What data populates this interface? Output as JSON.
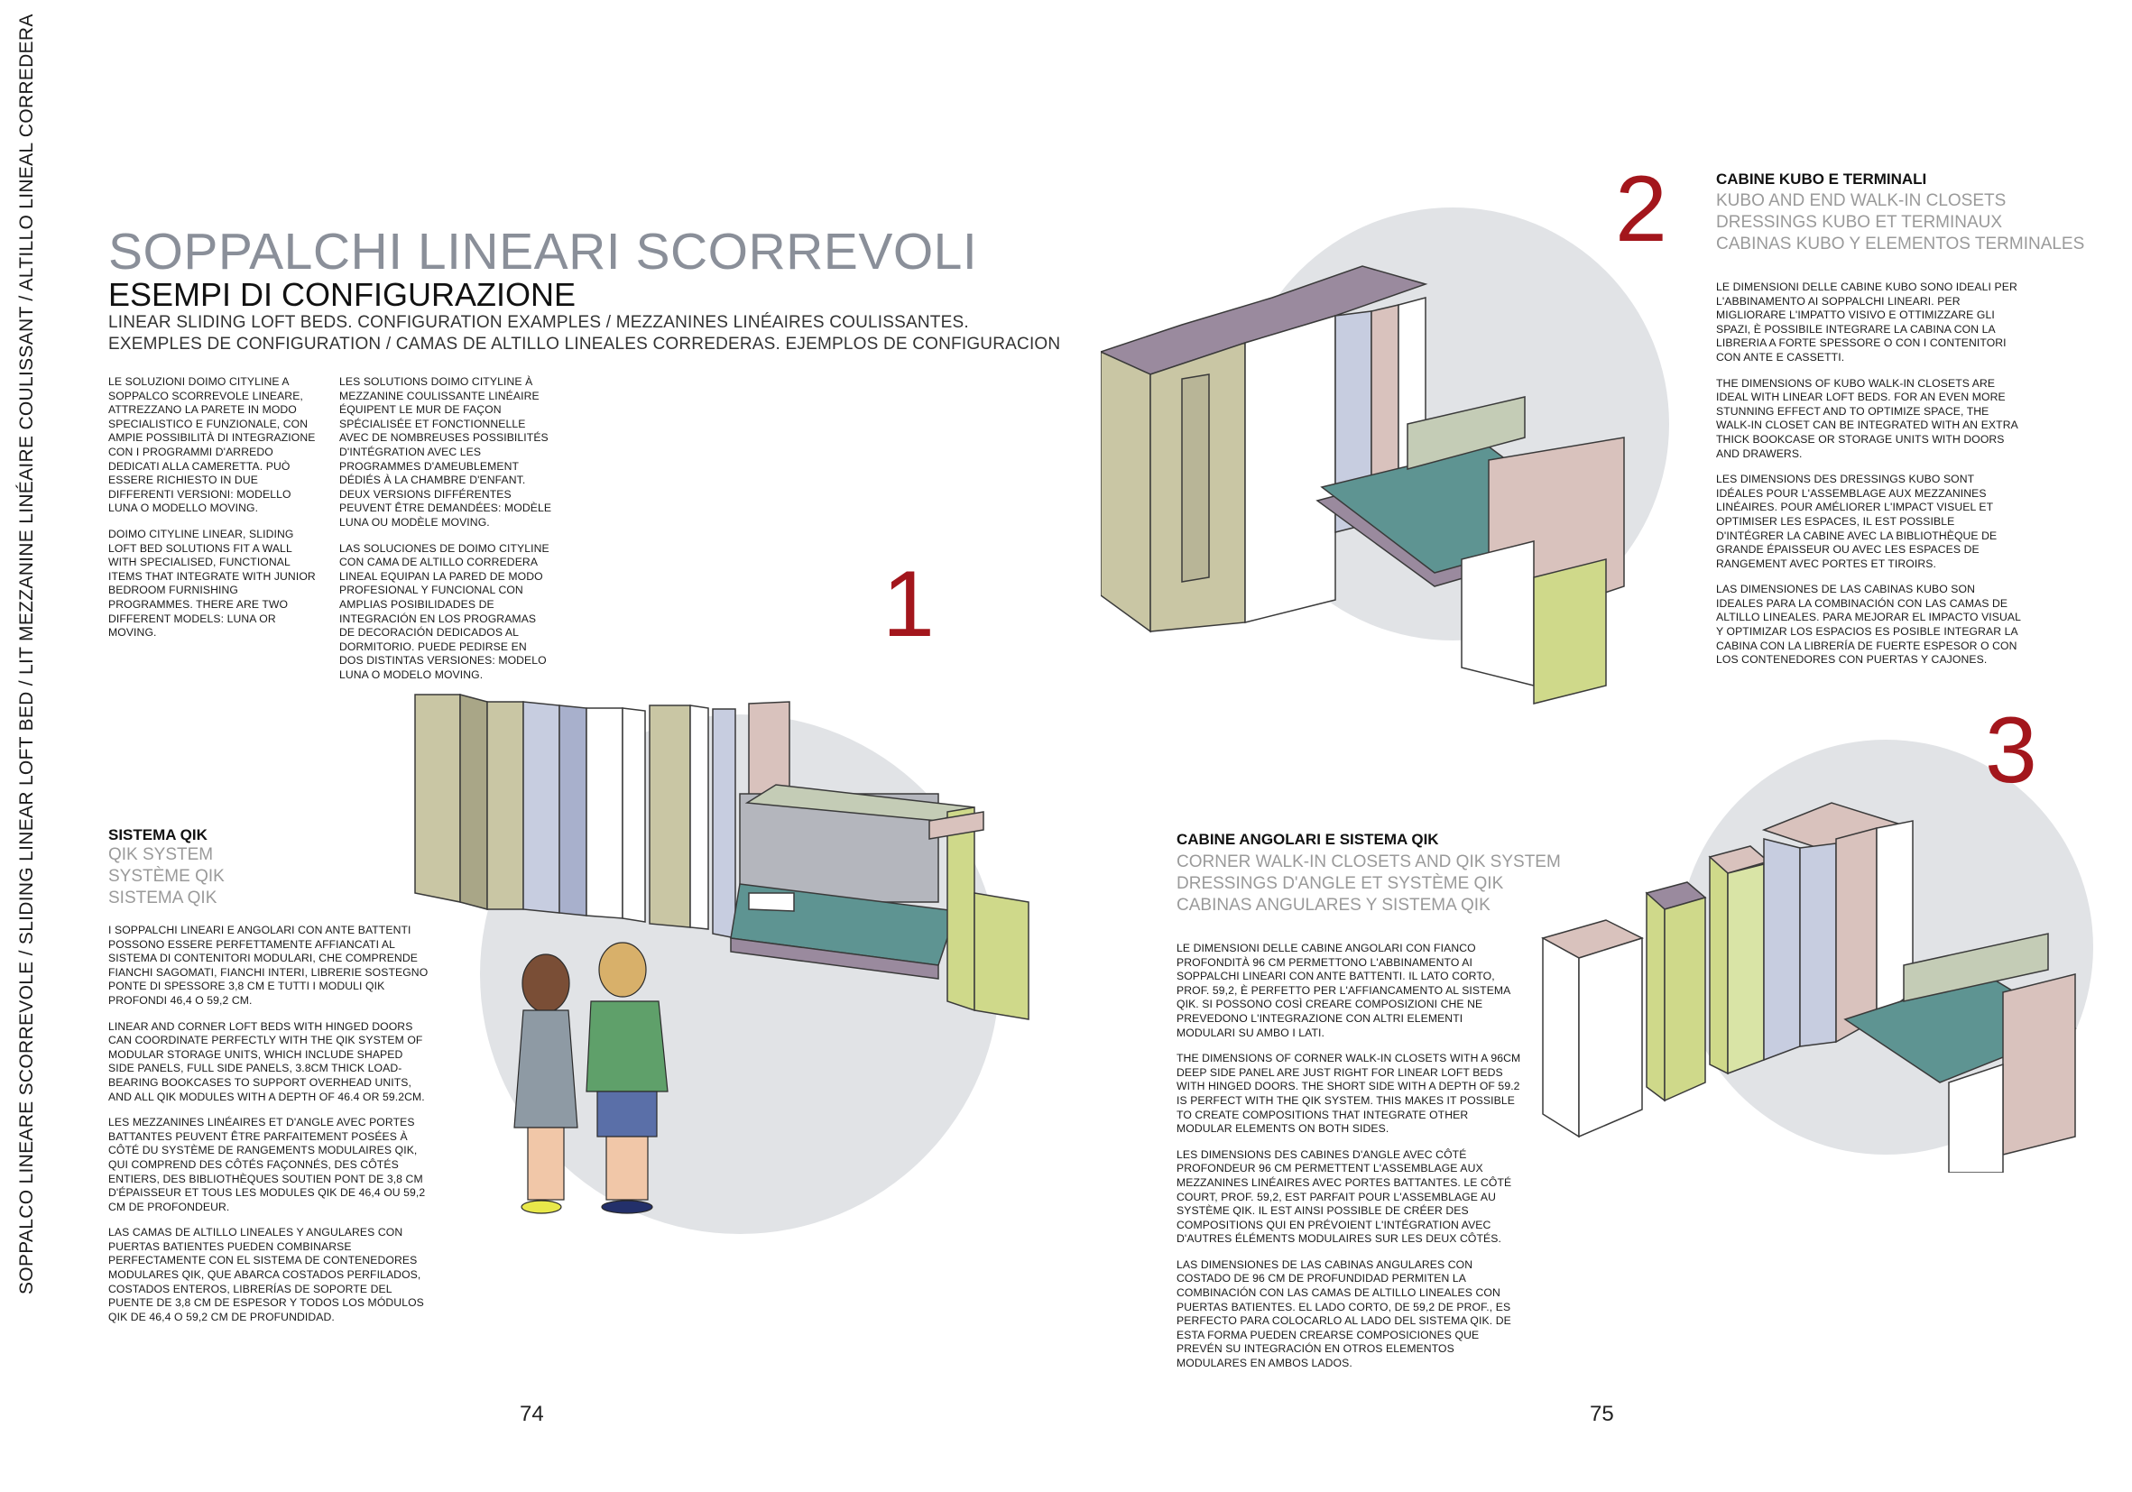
{
  "side_text": "SOPPALCO LINEARE SCORREVOLE / SLIDING LINEAR LOFT BED / LIT MEZZANINE LINÉAIRE COULISSANT / ALTILLO LINEAL CORREDERA",
  "title": "SOPPALCHI LINEARI SCORREVOLI",
  "subtitle": "ESEMPI DI CONFIGURAZIONE",
  "subtitle_lines": [
    "LINEAR SLIDING LOFT BEDS. CONFIGURATION EXAMPLES / MEZZANINES LINÉAIRES COULISSANTES.",
    "EXEMPLES DE CONFIGURATION / CAMAS DE ALTILLO LINEALES CORREDERAS. EJEMPLOS DE CONFIGURACION"
  ],
  "intro_col1": [
    "LE SOLUZIONI DOIMO CITYLINE A SOPPALCO SCORREVOLE LINEARE, ATTREZZANO LA PARETE IN MODO SPECIALISTICO E FUNZIONALE, CON AMPIE POSSIBILITÀ DI INTEGRAZIONE CON I PROGRAMMI D'ARREDO DEDICATI ALLA CAMERETTA. PUÒ ESSERE RICHIESTO IN DUE DIFFERENTI VERSIONI: MODELLO LUNA O MODELLO MOVING.",
    "DOIMO CITYLINE LINEAR, SLIDING LOFT BED SOLUTIONS FIT A WALL WITH SPECIALISED, FUNCTIONAL ITEMS THAT INTEGRATE WITH JUNIOR BEDROOM FURNISHING PROGRAMMES. THERE ARE TWO DIFFERENT MODELS: LUNA OR MOVING."
  ],
  "intro_col2": [
    "LES SOLUTIONS DOIMO CITYLINE À MEZZANINE COULISSANTE LINÉAIRE ÉQUIPENT LE MUR DE FAÇON SPÉCIALISÉE ET FONCTIONNELLE AVEC DE NOMBREUSES POSSIBILITÉS D'INTÉGRATION AVEC LES PROGRAMMES D'AMEUBLEMENT DÉDIÉS À LA CHAMBRE D'ENFANT. DEUX VERSIONS DIFFÉRENTES PEUVENT ÊTRE DEMANDÉES: MODÈLE LUNA OU MODÈLE MOVING.",
    "LAS SOLUCIONES DE DOIMO CITYLINE CON CAMA DE ALTILLO CORREDERA LINEAL EQUIPAN LA PARED DE MODO PROFESIONAL Y FUNCIONAL CON AMPLIAS POSIBILIDADES DE INTEGRACIÓN EN LOS PROGRAMAS DE DECORACIÓN DEDICADOS AL DORMITORIO. PUEDE PEDIRSE EN DOS DISTINTAS VERSIONES: MODELO LUNA O MODELO MOVING."
  ],
  "section1": {
    "number": "1",
    "heading": "SISTEMA QIK",
    "translations": [
      "QIK SYSTEM",
      "SYSTÈME QIK",
      "SISTEMA QIK"
    ],
    "paragraphs": [
      "I SOPPALCHI LINEARI E ANGOLARI CON ANTE BATTENTI POSSONO ESSERE PERFETTAMENTE AFFIANCATI AL SISTEMA DI CONTENITORI MODULARI, CHE COMPRENDE FIANCHI SAGOMATI, FIANCHI INTERI, LIBRERIE SOSTEGNO PONTE DI SPESSORE 3,8 CM E TUTTI I MODULI QIK PROFONDI 46,4 O 59,2 CM.",
      "LINEAR AND CORNER LOFT BEDS WITH HINGED DOORS CAN COORDINATE PERFECTLY WITH THE QIK SYSTEM OF MODULAR STORAGE UNITS, WHICH INCLUDE SHAPED SIDE PANELS, FULL SIDE PANELS, 3.8CM THICK LOAD-BEARING BOOKCASES TO SUPPORT OVERHEAD UNITS, AND ALL QIK MODULES WITH A DEPTH OF 46.4 OR 59.2CM.",
      "LES MEZZANINES LINÉAIRES ET D'ANGLE AVEC PORTES BATTANTES PEUVENT ÊTRE PARFAITEMENT POSÉES À CÔTÉ DU SYSTÈME DE RANGEMENTS MODULAIRES QIK, QUI COMPREND DES CÔTÉS FAÇONNÉS, DES CÔTÉS ENTIERS, DES BIBLIOTHÈQUES SOUTIEN PONT DE 3,8 CM D'ÉPAISSEUR ET TOUS LES MODULES QIK DE 46,4 OU 59,2 CM DE PROFONDEUR.",
      "LAS CAMAS DE ALTILLO LINEALES Y ANGULARES CON PUERTAS BATIENTES PUEDEN COMBINARSE PERFECTAMENTE CON EL SISTEMA DE CONTENEDORES MODULARES QIK, QUE ABARCA COSTADOS PERFILADOS, COSTADOS ENTEROS, LIBRERÍAS DE SOPORTE DEL PUENTE DE 3,8 CM DE ESPESOR Y TODOS LOS MÓDULOS QIK DE 46,4 O 59,2 CM DE PROFUNDIDAD."
    ]
  },
  "section2": {
    "number": "2",
    "heading": "CABINE KUBO E TERMINALI",
    "translations": [
      "KUBO AND END WALK-IN CLOSETS",
      "DRESSINGS KUBO ET TERMINAUX",
      "CABINAS KUBO Y ELEMENTOS TERMINALES"
    ],
    "paragraphs": [
      "LE DIMENSIONI DELLE CABINE KUBO SONO IDEALI PER L'ABBINAMENTO AI SOPPALCHI LINEARI. PER MIGLIORARE L'IMPATTO VISIVO E OTTIMIZZARE GLI SPAZI, È POSSIBILE INTEGRARE LA CABINA CON LA LIBRERIA A FORTE SPESSORE O CON I CONTENITORI CON ANTE E CASSETTI.",
      "THE DIMENSIONS OF KUBO WALK-IN CLOSETS ARE IDEAL WITH LINEAR LOFT BEDS. FOR AN EVEN MORE STUNNING EFFECT AND TO OPTIMIZE SPACE, THE WALK-IN CLOSET CAN BE INTEGRATED WITH AN EXTRA THICK BOOKCASE OR STORAGE UNITS WITH DOORS AND DRAWERS.",
      "LES DIMENSIONS DES DRESSINGS KUBO SONT IDÉALES POUR L'ASSEMBLAGE AUX MEZZANINES LINÉAIRES. POUR AMÉLIORER L'IMPACT VISUEL ET OPTIMISER LES ESPACES, IL EST POSSIBLE D'INTÉGRER LA CABINE AVEC LA BIBLIOTHÈQUE DE GRANDE ÉPAISSEUR OU AVEC LES ESPACES DE RANGEMENT AVEC PORTES ET TIROIRS.",
      "LAS DIMENSIONES DE LAS CABINAS KUBO SON IDEALES PARA LA COMBINACIÓN CON LAS CAMAS DE ALTILLO LINEALES. PARA MEJORAR EL IMPACTO VISUAL Y OPTIMIZAR LOS ESPACIOS ES POSIBLE INTEGRAR LA CABINA CON LA LIBRERÍA DE FUERTE ESPESOR O CON LOS CONTENEDORES CON PUERTAS Y CAJONES."
    ]
  },
  "section3": {
    "number": "3",
    "heading": "CABINE ANGOLARI E SISTEMA QIK",
    "translations": [
      "CORNER WALK-IN CLOSETS AND QIK SYSTEM",
      "DRESSINGS D'ANGLE ET SYSTÈME QIK",
      "CABINAS ANGULARES Y SISTEMA QIK"
    ],
    "paragraphs": [
      "LE DIMENSIONI DELLE CABINE ANGOLARI CON FIANCO PROFONDITÀ 96 CM PERMETTONO L'ABBINAMENTO AI SOPPALCHI LINEARI CON ANTE BATTENTI. IL LATO CORTO, PROF. 59,2, È PERFETTO PER L'AFFIANCAMENTO AL SISTEMA QIK. SI POSSONO COSÌ CREARE COMPOSIZIONI CHE NE PREVEDONO L'INTEGRAZIONE CON ALTRI ELEMENTI MODULARI SU AMBO I LATI.",
      "THE DIMENSIONS OF CORNER WALK-IN CLOSETS WITH A 96CM DEEP SIDE PANEL ARE JUST RIGHT FOR LINEAR LOFT BEDS WITH HINGED DOORS. THE SHORT SIDE WITH A DEPTH OF 59.2 IS PERFECT WITH THE QIK SYSTEM. THIS MAKES IT POSSIBLE TO CREATE COMPOSITIONS THAT INTEGRATE OTHER MODULAR ELEMENTS ON BOTH SIDES.",
      "LES DIMENSIONS DES CABINES D'ANGLE AVEC CÔTÉ PROFONDEUR 96 CM PERMETTENT L'ASSEMBLAGE AUX MEZZANINES LINÉAIRES AVEC PORTES BATTANTES. LE CÔTÉ COURT, PROF. 59,2, EST PARFAIT POUR L'ASSEMBLAGE AU SYSTÈME QIK. IL EST AINSI POSSIBLE DE CRÉER DES COMPOSITIONS QUI EN PRÉVOIENT L'INTÉGRATION AVEC D'AUTRES ÉLÉMENTS MODULAIRES SUR LES DEUX CÔTÉS.",
      "LAS DIMENSIONES DE LAS CABINAS ANGULARES CON COSTADO DE 96 CM DE PROFUNDIDAD PERMITEN LA COMBINACIÓN CON LAS CAMAS DE ALTILLO LINEALES CON PUERTAS BATIENTES. EL LADO CORTO, DE 59,2 DE PROF., ES PERFECTO PARA COLOCARLO AL LADO DEL SISTEMA QIK. DE ESTA FORMA PUEDEN CREARSE COMPOSICIONES QUE PREVÉN SU INTEGRACIÓN EN OTROS ELEMENTOS MODULARES EN AMBOS LADOS."
    ]
  },
  "page_left": "74",
  "page_right": "75",
  "colors": {
    "accent_number": "#a3161c",
    "title_gray": "#8a8f99",
    "circle_bg": "#e1e3e6",
    "teal": "#5e9492",
    "lilac": "#9a8a9e",
    "khaki": "#c9c6a4",
    "lime": "#cfd98a",
    "pink": "#d9c2bd",
    "lavender": "#c7cde0"
  }
}
